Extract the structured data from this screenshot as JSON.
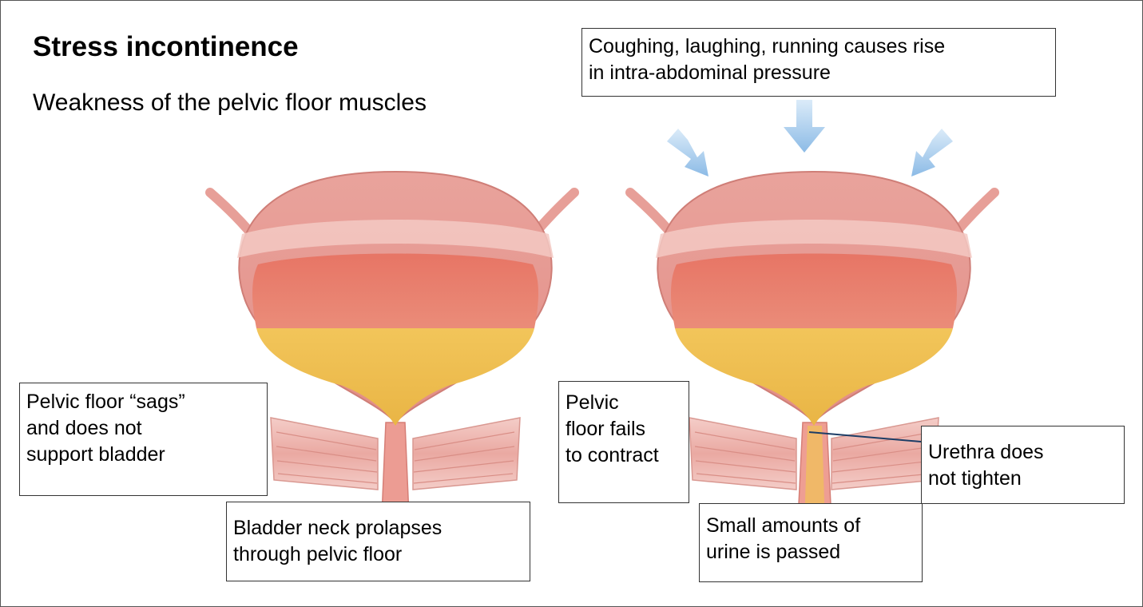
{
  "title": "Stress incontinence",
  "subtitle": "Weakness of the pelvic floor muscles",
  "labels": {
    "pressure": [
      "Coughing, laughing, running causes rise",
      "in intra-abdominal pressure"
    ],
    "sags": [
      "Pelvic floor “sags”",
      "and does not",
      "support bladder"
    ],
    "prolapse": [
      "Bladder neck prolapses",
      "through pelvic floor"
    ],
    "contract": [
      "Pelvic",
      "floor fails",
      "to contract"
    ],
    "urethra": [
      "Urethra does",
      "not tighten"
    ],
    "urine": [
      "Small amounts of",
      "urine is passed"
    ]
  },
  "colors": {
    "bladder_wall": "#e89a94",
    "bladder_rim": "#f2c2bc",
    "bladder_inner": "#e87d6f",
    "urine": "#efc14f",
    "muscle": "#f0bdb8",
    "arrow": "#8cbde8",
    "pointer_line": "#1c3d66"
  },
  "icons": {
    "pressure_arrows": "arrow-down-icon"
  }
}
